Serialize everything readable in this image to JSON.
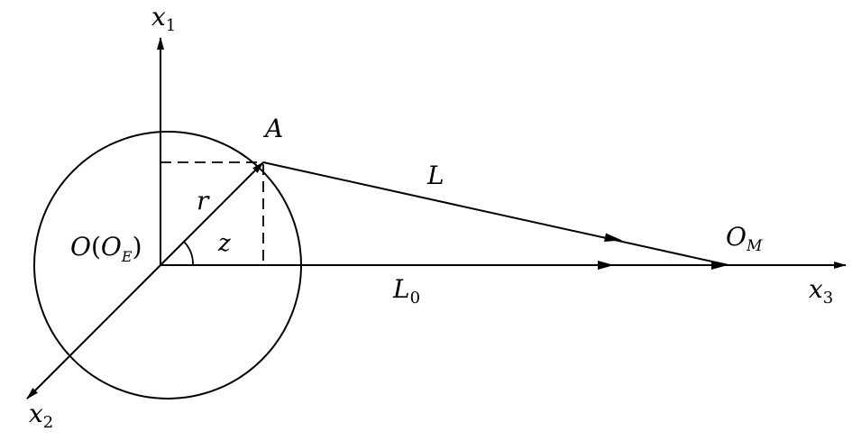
{
  "labels": {
    "x1": {
      "base": "x",
      "sub": "1"
    },
    "x2": {
      "base": "x",
      "sub": "2"
    },
    "x3": {
      "base": "x",
      "sub": "3"
    },
    "A": "A",
    "L": "L",
    "L0": {
      "base": "L",
      "sub": "0"
    },
    "r": "r",
    "z": "z",
    "OM": {
      "base": "O",
      "sub": "M"
    },
    "origin": {
      "o": "O",
      "open": "(",
      "oe": "O",
      "sub": "E",
      "close": ")"
    }
  },
  "colors": {
    "stroke": "#000000",
    "background": "#ffffff"
  }
}
